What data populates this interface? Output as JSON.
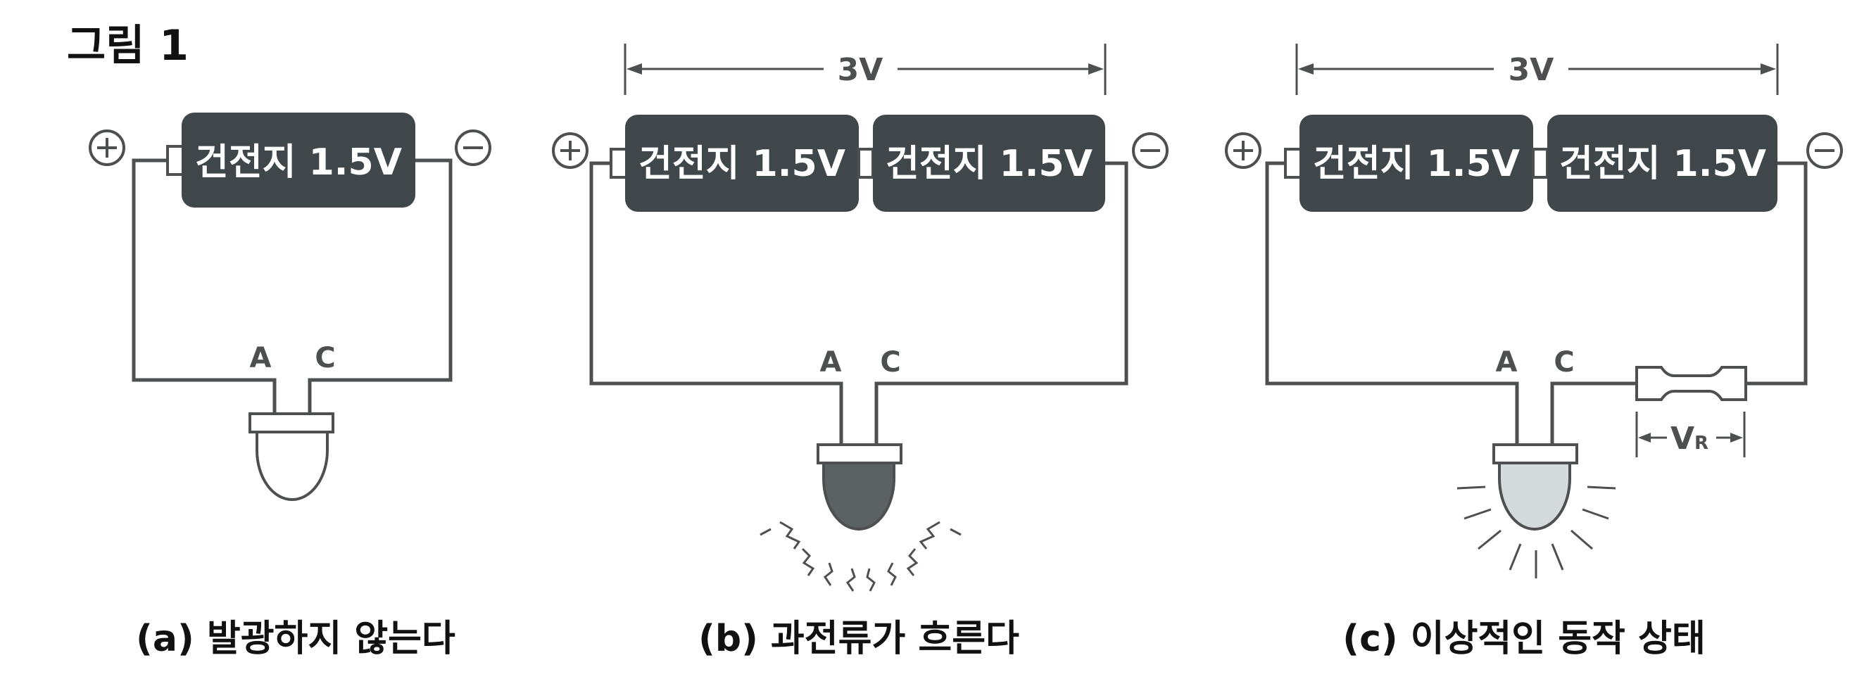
{
  "figure_title": "그림 1",
  "battery_label": "건전지 1.5V",
  "voltage_total": "3V",
  "anode_label": "A",
  "cathode_label": "C",
  "resistor_voltage_main": "V",
  "resistor_voltage_sub": "R",
  "panels": [
    {
      "caption": "(a) 발광하지 않는다",
      "led_state": "off",
      "battery_count": 1
    },
    {
      "caption": "(b) 과전류가 흐른다",
      "led_state": "overcurrent",
      "battery_count": 2
    },
    {
      "caption": "(c) 이상적인 동작 상태",
      "led_state": "normal",
      "battery_count": 2
    }
  ],
  "colors": {
    "battery_fill": "#3f474a",
    "wire": "#4d4f51",
    "led_off": "#ffffff",
    "led_overcurrent": "#5c6163",
    "led_normal": "#d4d9db"
  }
}
